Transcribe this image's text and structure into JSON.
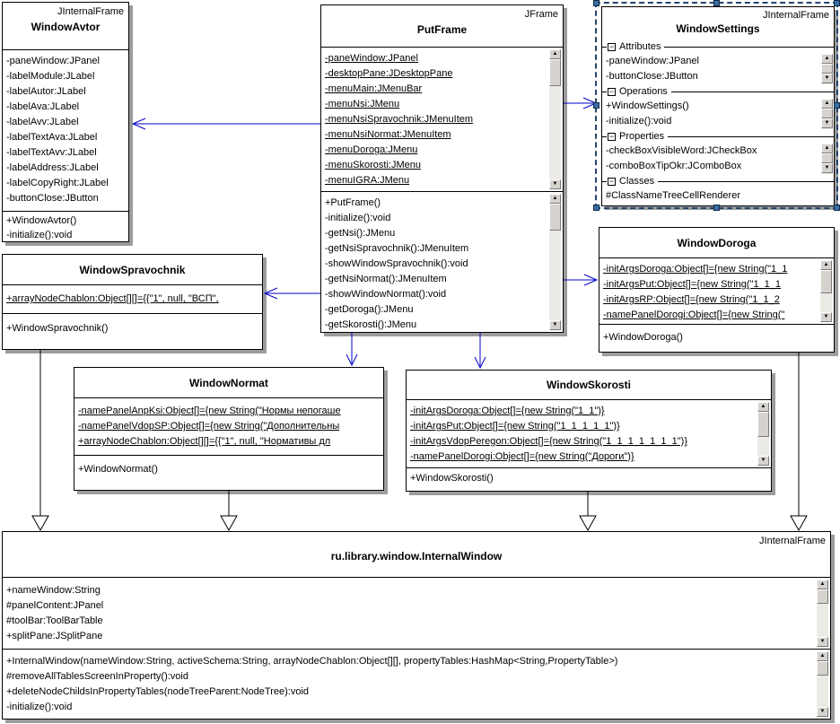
{
  "icons": {
    "up": "▲",
    "down": "▼",
    "collapse": "−"
  },
  "colors": {
    "association": "#0000cc",
    "generalization": "#000000",
    "selection_dash": "#24456b",
    "selection_handle": "#3a6da3",
    "shadow": "#9c9c9c"
  },
  "classes": {
    "windowAvtor": {
      "stereotype": "JInternalFrame",
      "name": "WindowAvtor",
      "attributes": [
        "-paneWindow:JPanel",
        "-labelModule:JLabel",
        "-labelAutor:JLabel",
        "-labelAva:JLabel",
        "-labelAvv:JLabel",
        "-labelTextAva:JLabel",
        "-labelTextAvv:JLabel",
        "-labelAddress:JLabel",
        "-labelCopyRight:JLabel",
        "-buttonClose:JButton"
      ],
      "operations": [
        "+WindowAvtor()",
        "-initialize():void"
      ]
    },
    "putFrame": {
      "stereotype": "JFrame",
      "name": "PutFrame",
      "attributes": [
        "-paneWindow:JPanel",
        "-desktopPane:JDesktopPane",
        "-menuMain:JMenuBar",
        "-menuNsi:JMenu",
        "-menuNsiSpravochnik:JMenuItem",
        "-menuNsiNormat:JMenuItem",
        "-menuDoroga:JMenu",
        "-menuSkorosti:JMenu",
        "-menuIGRA:JMenu"
      ],
      "operations": [
        "+PutFrame()",
        "-initialize():void",
        "-getNsi():JMenu",
        "-getNsiSpravochnik():JMenuItem",
        "-showWindowSpravochnik():void",
        "-getNsiNormat():JMenuItem",
        "-showWindowNormat():void",
        "-getDoroga():JMenu",
        "-getSkorosti():JMenu"
      ]
    },
    "windowSettings": {
      "stereotype": "JInternalFrame",
      "name": "WindowSettings",
      "sections": [
        {
          "label": "Attributes",
          "items": [
            "-paneWindow:JPanel",
            "-buttonClose:JButton"
          ]
        },
        {
          "label": "Operations",
          "items": [
            "+WindowSettings()",
            "-initialize():void"
          ]
        },
        {
          "label": "Properties",
          "items": [
            "-checkBoxVisibleWord:JCheckBox",
            "-comboBoxTipOkr:JComboBox"
          ]
        },
        {
          "label": "Classes",
          "items": [
            "#ClassNameTreeCellRenderer"
          ]
        }
      ]
    },
    "windowSpravochnik": {
      "name": "WindowSpravochnik",
      "attributes": [
        "+arrayNodeChablon:Object[][]={{\"1\", null, \"ВСП\","
      ],
      "operations": [
        "+WindowSpravochnik()"
      ]
    },
    "windowDoroga": {
      "name": "WindowDoroga",
      "attributes": [
        "-initArgsDoroga:Object[]={new String(\"1_1",
        "-initArgsPut:Object[]={new String(\"1_1_1",
        "-initArgsRP:Object[]={new String(\"1_1_2",
        "-namePanelDorogi:Object[]={new String(\""
      ],
      "operations": [
        "+WindowDoroga()"
      ]
    },
    "windowNormat": {
      "name": "WindowNormat",
      "attributes": [
        "-namePanelAnpKsi:Object[]={new String(\"Нормы непогаше",
        "-namePanelVdopSP:Object[]={new String(\"Дополнительны",
        "+arrayNodeChablon:Object[][]={{\"1\", null, \"Нормативы дл"
      ],
      "operations": [
        "+WindowNormat()"
      ]
    },
    "windowSkorosti": {
      "name": "WindowSkorosti",
      "attributes": [
        "-initArgsDoroga:Object[]={new String(\"1_1\")}",
        "-initArgsPut:Object[]={new String(\"1_1_1_1_1\")}",
        "-initArgsVdopPeregon:Object[]={new String(\"1_1_1_1_1_1_1\")}",
        "-namePanelDorogi:Object[]={new String(\"Дороги\")}"
      ],
      "operations": [
        "+WindowSkorosti()"
      ]
    },
    "internalWindow": {
      "stereotype": "JInternalFrame",
      "name": "ru.library.window.InternalWindow",
      "attributes": [
        "+nameWindow:String",
        "#panelContent:JPanel",
        "#toolBar:ToolBarTable",
        "+splitPane:JSplitPane"
      ],
      "operations": [
        "+InternalWindow(nameWindow:String, activeSchema:String, arrayNodeChablon:Object[][], propertyTables:HashMap<String,PropertyTable>)",
        "#removeAllTablesScreenInProperty():void",
        "+deleteNodeChildsInPropertyTables(nodeTreeParent:NodeTree):void",
        "-initialize():void"
      ]
    }
  }
}
